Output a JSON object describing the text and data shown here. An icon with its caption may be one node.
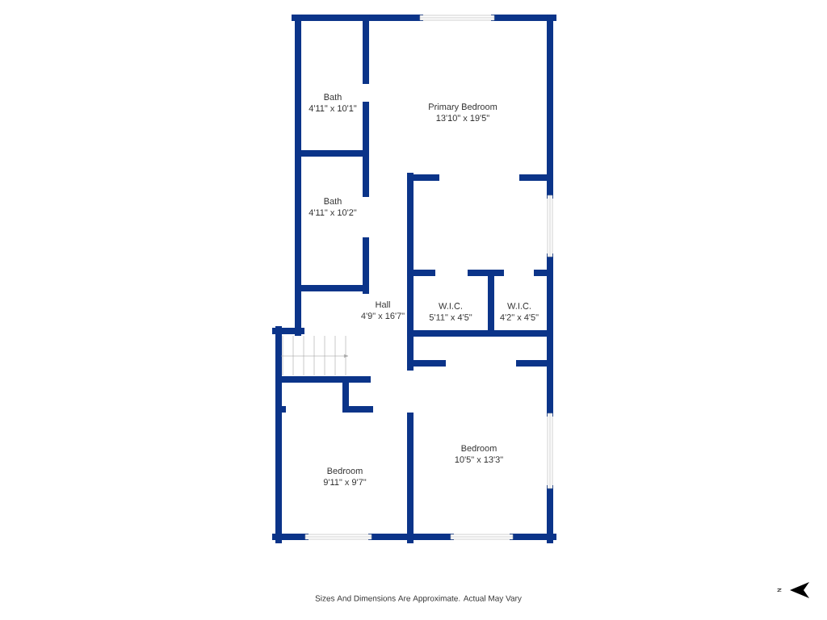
{
  "diagram": {
    "nodes": [
      {
        "text": [
          "Bath",
          "4'11\" x 10'1\""
        ]
      },
      {
        "text": [
          "Primary Bedroom",
          "13'10\" x 19'5\""
        ]
      },
      {
        "text": [
          "Bath",
          "4'11\" x 10'2\""
        ]
      },
      {
        "text": [
          "Hall",
          "4'9\" x 16'7\""
        ]
      },
      {
        "text": [
          "W.I.C.",
          "5'11\" x 4'5\""
        ]
      },
      {
        "text": [
          "W.I.C.",
          "4'2\" x 4'5\""
        ]
      },
      {
        "text": [
          "Bedroom",
          "10'5\" x 13'3\""
        ]
      },
      {
        "text": [
          "Bedroom",
          "9'11\" x 9'7\""
        ]
      }
    ],
    "edges": [],
    "labels": [
      "Sizes And Dimensions Are Approximate. Actual May Vary",
      "N"
    ]
  }
}
